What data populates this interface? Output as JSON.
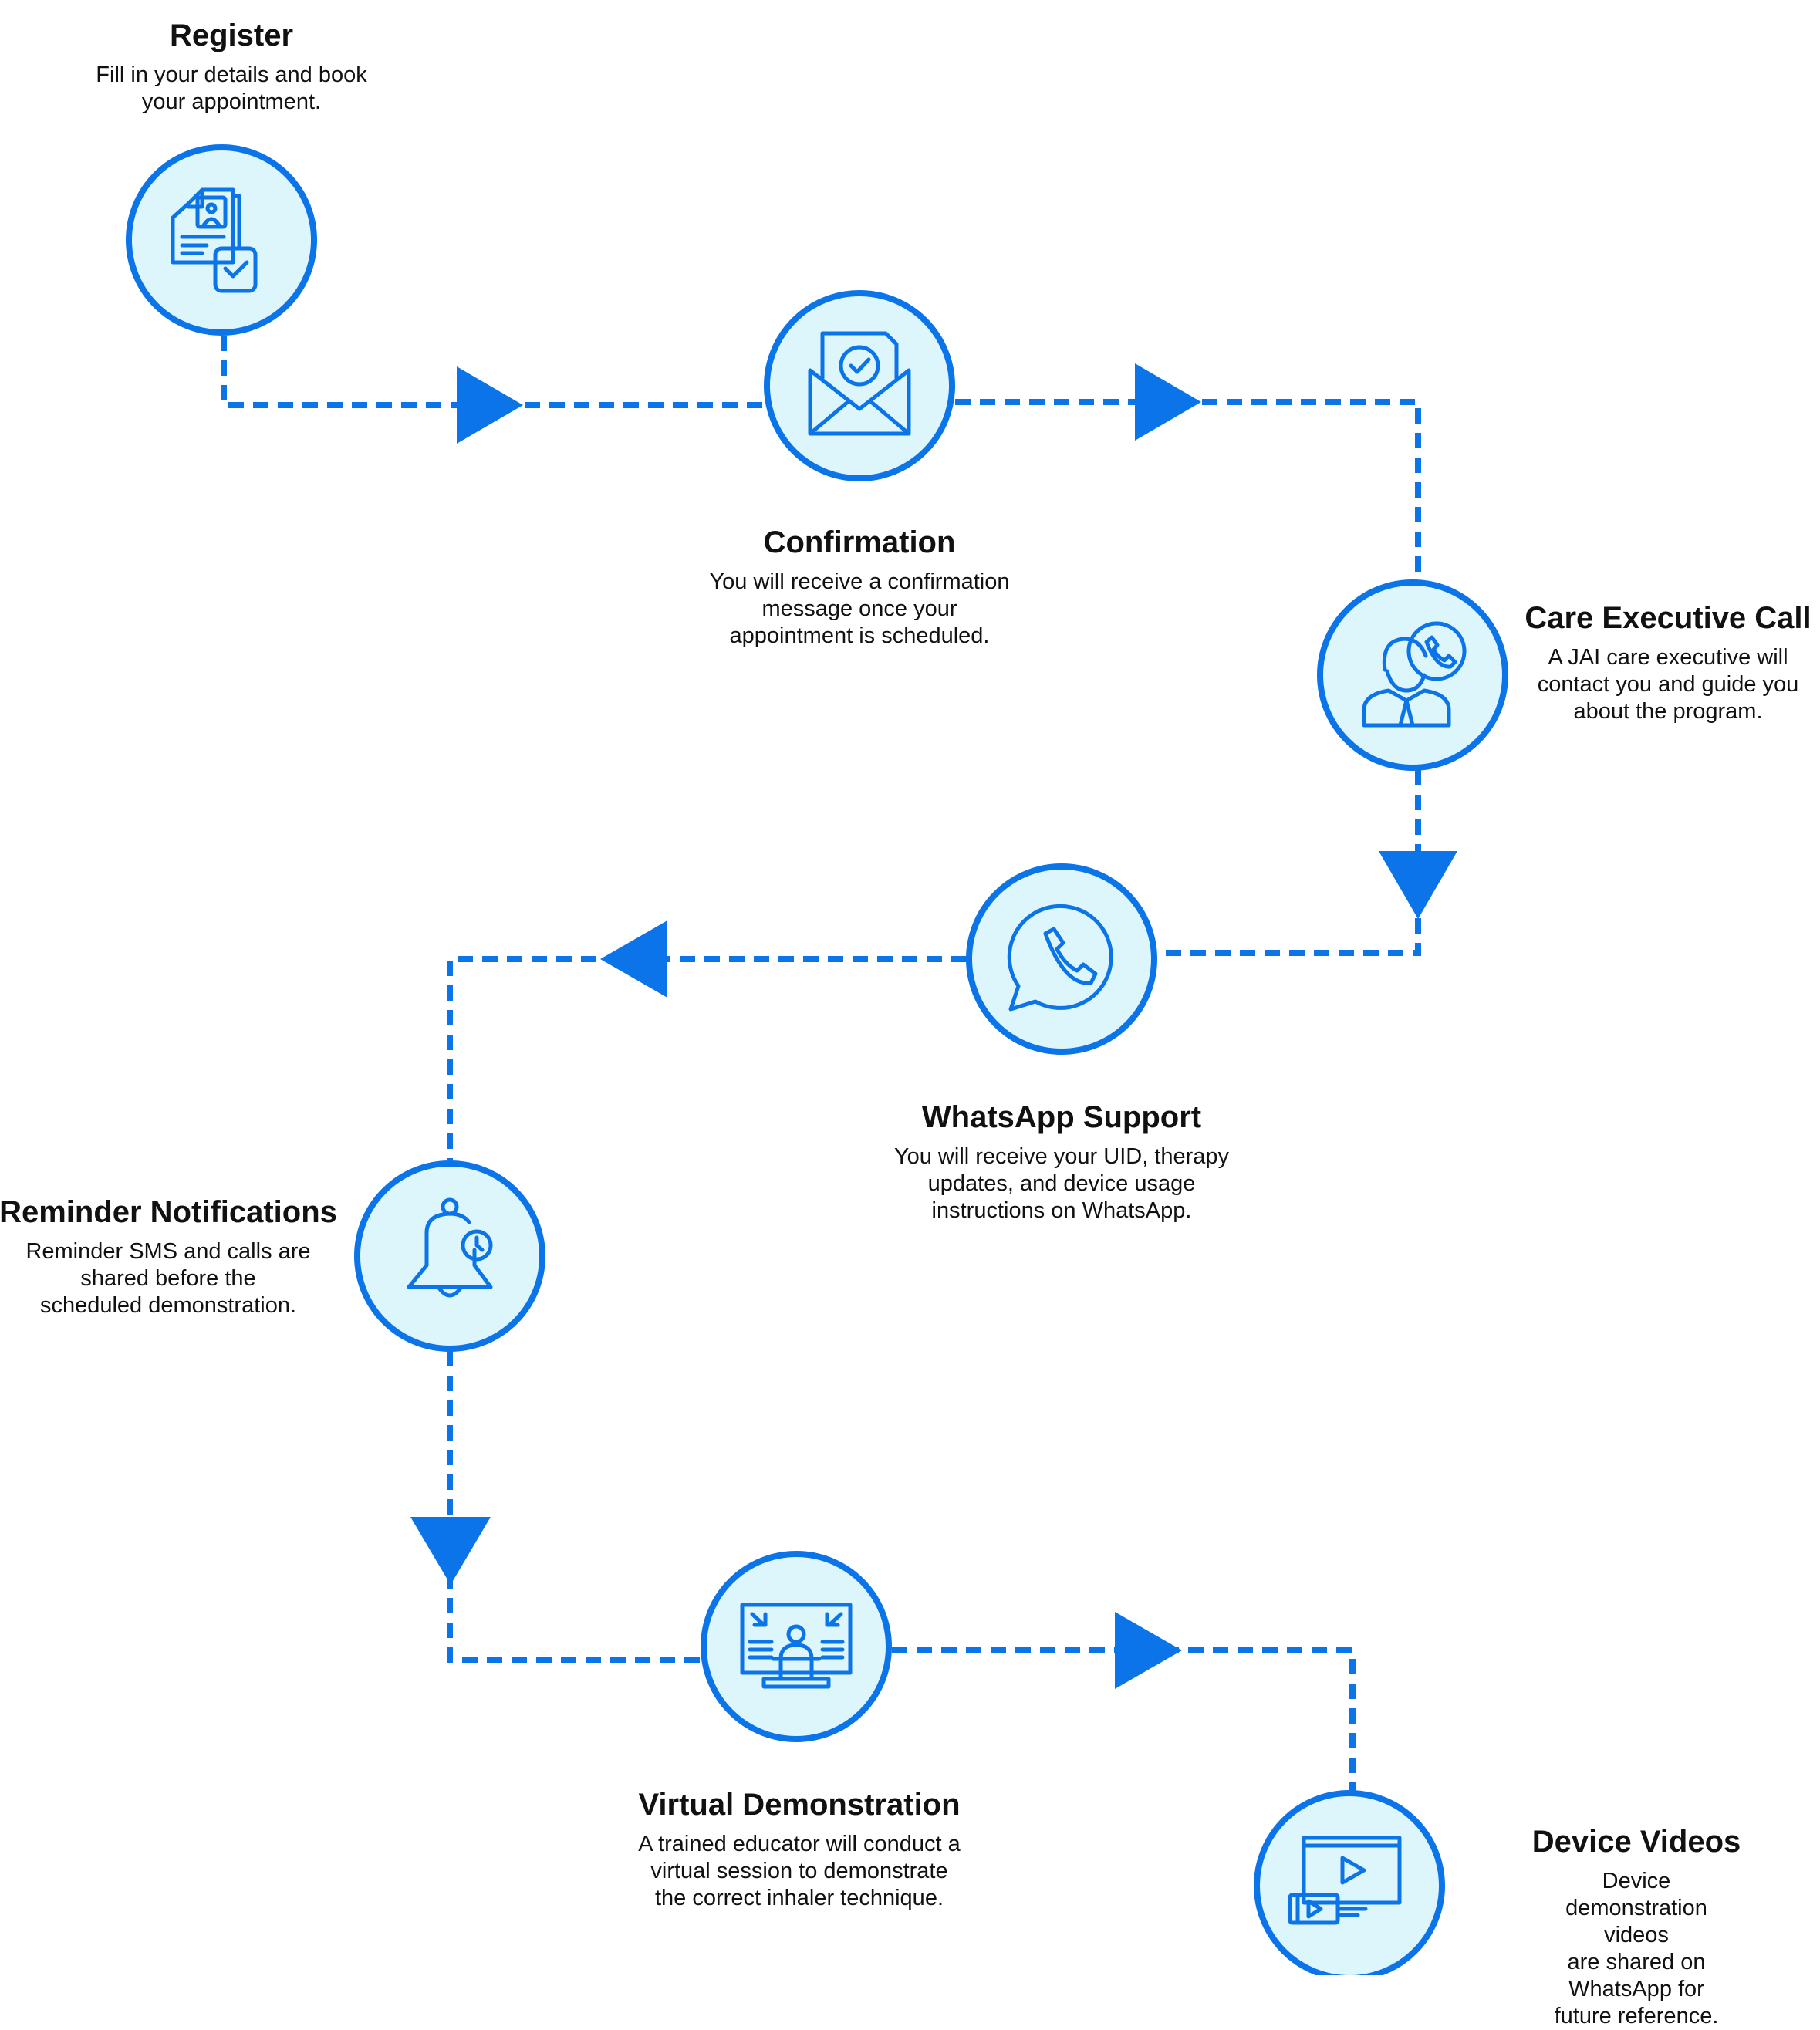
{
  "colors": {
    "accent": "#0a74e8",
    "circle_fill": "#ddf6fc",
    "text": "#111111"
  },
  "steps": [
    {
      "title": "Register",
      "desc": "Fill in your details and book\nyour appointment.",
      "icon": "document-check-icon"
    },
    {
      "title": "Confirmation",
      "desc": "You will receive a confirmation\nmessage once your\nappointment is scheduled.",
      "icon": "envelope-check-icon"
    },
    {
      "title": "Care Executive Call",
      "desc": "A JAI care executive will\ncontact you and guide you\nabout the program.",
      "icon": "person-phone-icon"
    },
    {
      "title": "WhatsApp Support",
      "desc": "You will receive your UID, therapy\nupdates, and device usage\ninstructions on WhatsApp.",
      "icon": "whatsapp-icon"
    },
    {
      "title": "Reminder Notifications",
      "desc": "Reminder SMS and calls are\nshared before the\nscheduled demonstration.",
      "icon": "bell-clock-icon"
    },
    {
      "title": "Virtual Demonstration",
      "desc": "A trained educator will conduct a\nvirtual session to demonstrate\nthe correct inhaler technique.",
      "icon": "presenter-screen-icon"
    },
    {
      "title": "Device Videos",
      "desc": "Device demonstration videos\nare shared on WhatsApp for\nfuture reference.",
      "icon": "video-play-icon"
    }
  ]
}
